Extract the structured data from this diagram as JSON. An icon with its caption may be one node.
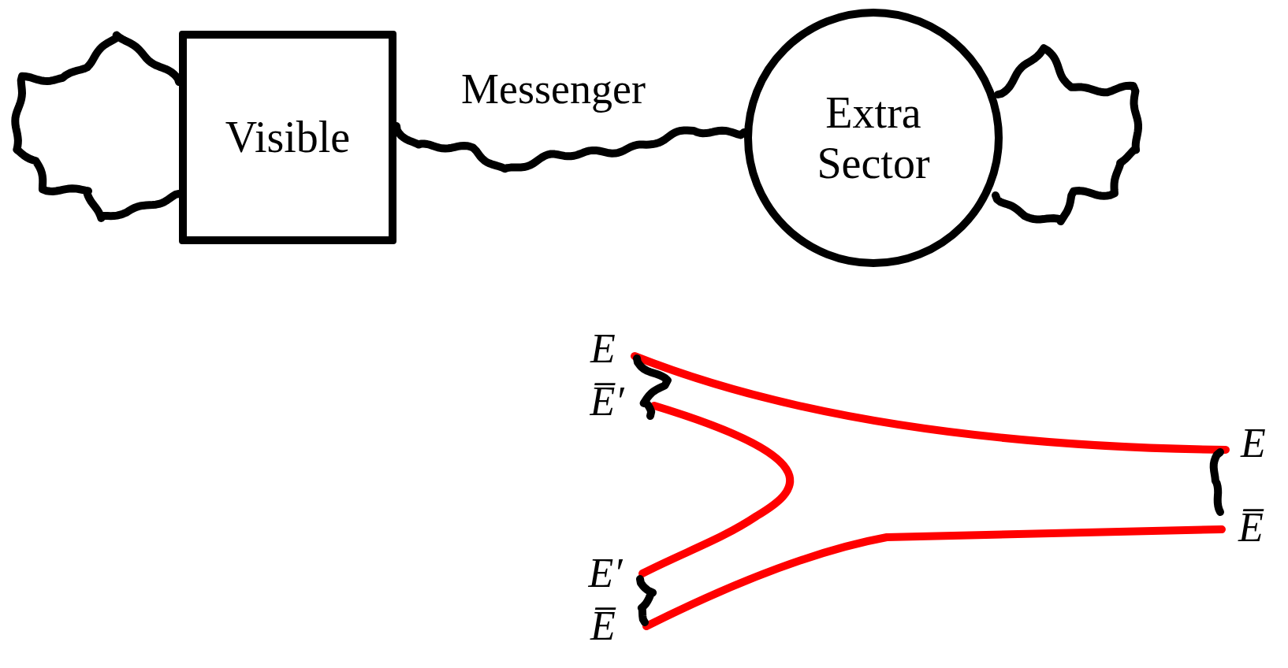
{
  "diagram": {
    "nodes": [
      {
        "text": [
          "Visible"
        ]
      },
      {
        "text": [
          "Extra Sector"
        ]
      },
      {
        "text": [
          "E"
        ]
      },
      {
        "text": [
          "E̅′"
        ]
      },
      {
        "text": [
          "E′"
        ]
      },
      {
        "text": [
          "E̅"
        ]
      },
      {
        "text": [
          "E"
        ]
      },
      {
        "text": [
          "E̅"
        ]
      }
    ],
    "edges": [
      {
        "from": 0,
        "to": 0,
        "arrow": "none"
      },
      {
        "from": 0,
        "to": 1,
        "arrow": "none",
        "label": "Messenger"
      },
      {
        "from": 1,
        "to": 1,
        "arrow": "none"
      },
      {
        "from": 2,
        "to": 6,
        "arrow": "none",
        "color": "#ff0000"
      },
      {
        "from": 3,
        "to": 4,
        "arrow": "none",
        "color": "#ff0000"
      },
      {
        "from": 5,
        "to": 7,
        "arrow": "none",
        "color": "#ff0000"
      },
      {
        "from": 2,
        "to": 3,
        "arrow": "none"
      },
      {
        "from": 4,
        "to": 5,
        "arrow": "none"
      },
      {
        "from": 6,
        "to": 7,
        "arrow": "none"
      }
    ]
  }
}
